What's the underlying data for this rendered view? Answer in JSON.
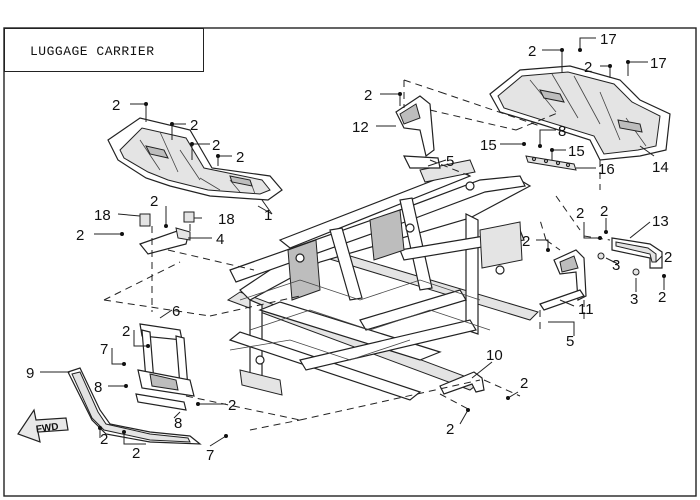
{
  "title": "LUGGAGE CARRIER",
  "fwd_label": "FWD",
  "callouts": {
    "c1": "1",
    "c2": "2",
    "c3": "3",
    "c4": "4",
    "c5": "5",
    "c6": "6",
    "c7": "7",
    "c8": "8",
    "c9": "9",
    "c10": "10",
    "c11": "11",
    "c12": "12",
    "c13": "13",
    "c14": "14",
    "c15": "15",
    "c16": "16",
    "c17": "17",
    "c18": "18"
  }
}
